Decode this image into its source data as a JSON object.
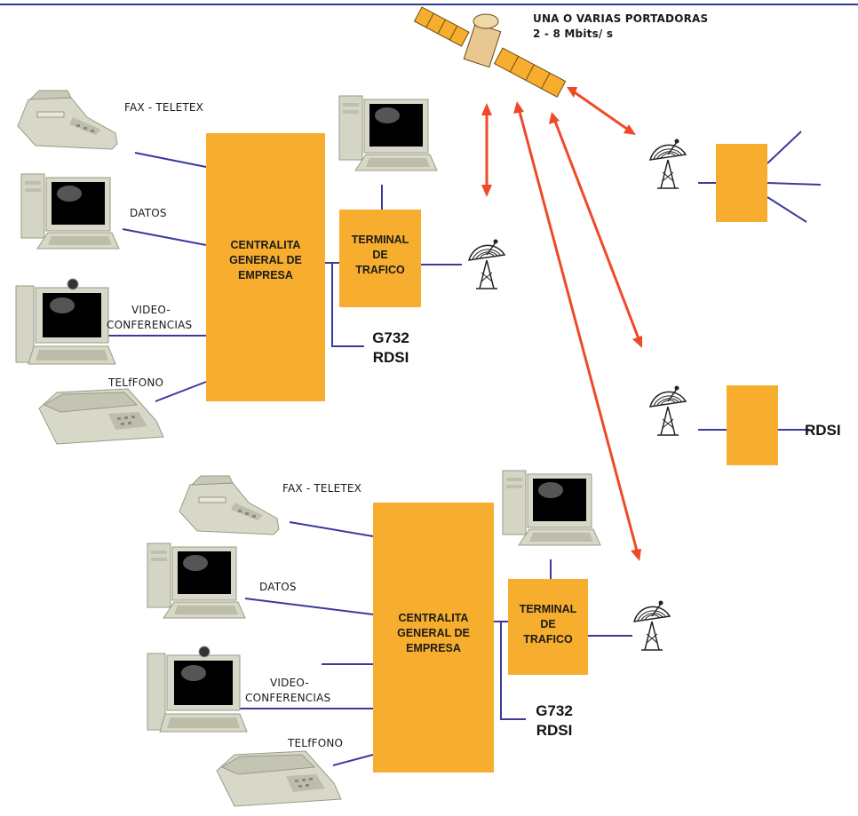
{
  "satellite": {
    "caption_line1": "UNA O VARIAS PORTADORAS",
    "caption_line2": "2 - 8 Mbits/ s"
  },
  "site1": {
    "fax_label": "FAX - TELETEX",
    "datos_label": "DATOS",
    "video_line1": "VIDEO-",
    "video_line2": "CONFERENCIAS",
    "telefono_label": "TELfFONO",
    "pbx_line1": "CENTRALITA",
    "pbx_line2": "GENERAL DE",
    "pbx_line3": "EMPRESA",
    "terminal_line1": "TERMINAL",
    "terminal_line2": "DE",
    "terminal_line3": "TRAFICO",
    "link_line1": "G732",
    "link_line2": "RDSI"
  },
  "site2": {
    "fax_label": "FAX - TELETEX",
    "datos_label": "DATOS",
    "video_line1": "VIDEO-",
    "video_line2": "CONFERENCIAS",
    "telefono_label": "TELfFONO",
    "pbx_line1": "CENTRALITA",
    "pbx_line2": "GENERAL DE",
    "pbx_line3": "EMPRESA",
    "terminal_line1": "TERMINAL",
    "terminal_line2": "DE",
    "terminal_line3": "TRAFICO",
    "link_line1": "G732",
    "link_line2": "RDSI"
  },
  "remote_rdsi": {
    "label": "RDSI"
  },
  "colors": {
    "box": "#f7ae2e",
    "line": "#3a3a9a",
    "arrow": "#ee4a2a",
    "top_rule": "#2b3d9a"
  }
}
